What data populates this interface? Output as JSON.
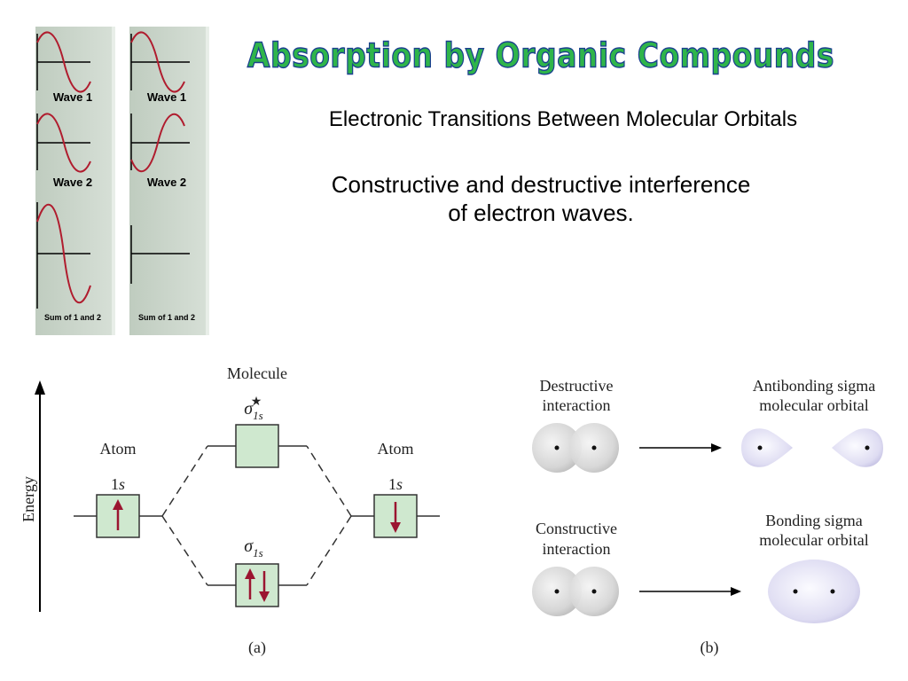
{
  "title": "Absorption by Organic Compounds",
  "subtitle": "Electronic Transitions Between Molecular Orbitals",
  "caption_line1": "Constructive and destructive interference",
  "caption_line2": "of electron waves.",
  "wave_panels": [
    {
      "wave1": "Wave 1",
      "wave2": "Wave 2",
      "sum": "Sum of 1 and 2"
    },
    {
      "wave1": "Wave 1",
      "wave2": "Wave 2",
      "sum": "Sum of 1 and 2"
    }
  ],
  "diagram_a": {
    "molecule": "Molecule",
    "antibonding": "σ1s★",
    "bonding": "σ1s",
    "atom_left": "Atom",
    "atom_right": "Atom",
    "orbital_left": "1s",
    "orbital_right": "1s",
    "energy_axis": "Energy",
    "panel_label": "(a)"
  },
  "diagram_b": {
    "destructive_1": "Destructive",
    "destructive_2": "interaction",
    "antibonding_1": "Antibonding sigma",
    "antibonding_2": "molecular orbital",
    "constructive_1": "Constructive",
    "constructive_2": "interaction",
    "bonding_1": "Bonding sigma",
    "bonding_2": "molecular orbital",
    "panel_label": "(b)"
  },
  "colors": {
    "title_fill": "#2fb54a",
    "title_stroke": "#1a3f8f",
    "wave": "#b01c2e",
    "orbital_box": "#cfe8cf",
    "arrow": "#9b1530"
  }
}
